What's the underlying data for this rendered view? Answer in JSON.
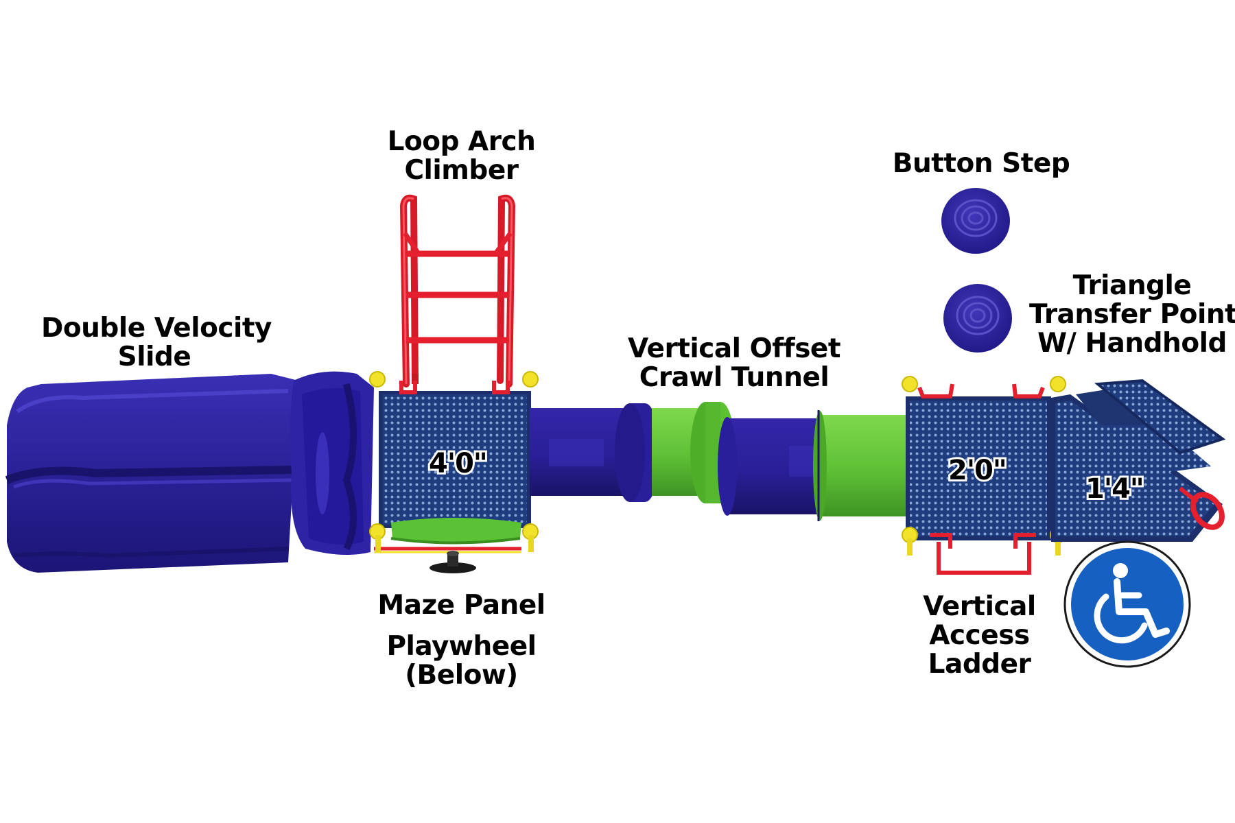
{
  "labels": {
    "double_velocity_slide": [
      "Double Velocity",
      "Slide"
    ],
    "loop_arch_climber": [
      "Loop Arch",
      "Climber"
    ],
    "vertical_offset_crawl_tunnel": [
      "Vertical Offset",
      "Crawl Tunnel"
    ],
    "button_step": "Button Step",
    "triangle_transfer_point": [
      "Triangle",
      "Transfer Point",
      "W/ Handhold"
    ],
    "maze_panel": "Maze Panel",
    "playwheel": [
      "Playwheel",
      "(Below)"
    ],
    "vertical_access_ladder": [
      "Vertical",
      "Access",
      "Ladder"
    ]
  },
  "dimensions": {
    "deck_left": "4'0\"",
    "deck_right": "2'0\"",
    "triangle_deck": "1'4\""
  },
  "colors": {
    "blue": "#2b2296",
    "blue_dark": "#1a1470",
    "deck_blue": "#1f3a7a",
    "green": "#66c83a",
    "red": "#e5202e",
    "yellow": "#f2e22a",
    "accessibility_blue": "#1560c0"
  },
  "icons": [
    "wheelchair-accessibility-icon"
  ]
}
